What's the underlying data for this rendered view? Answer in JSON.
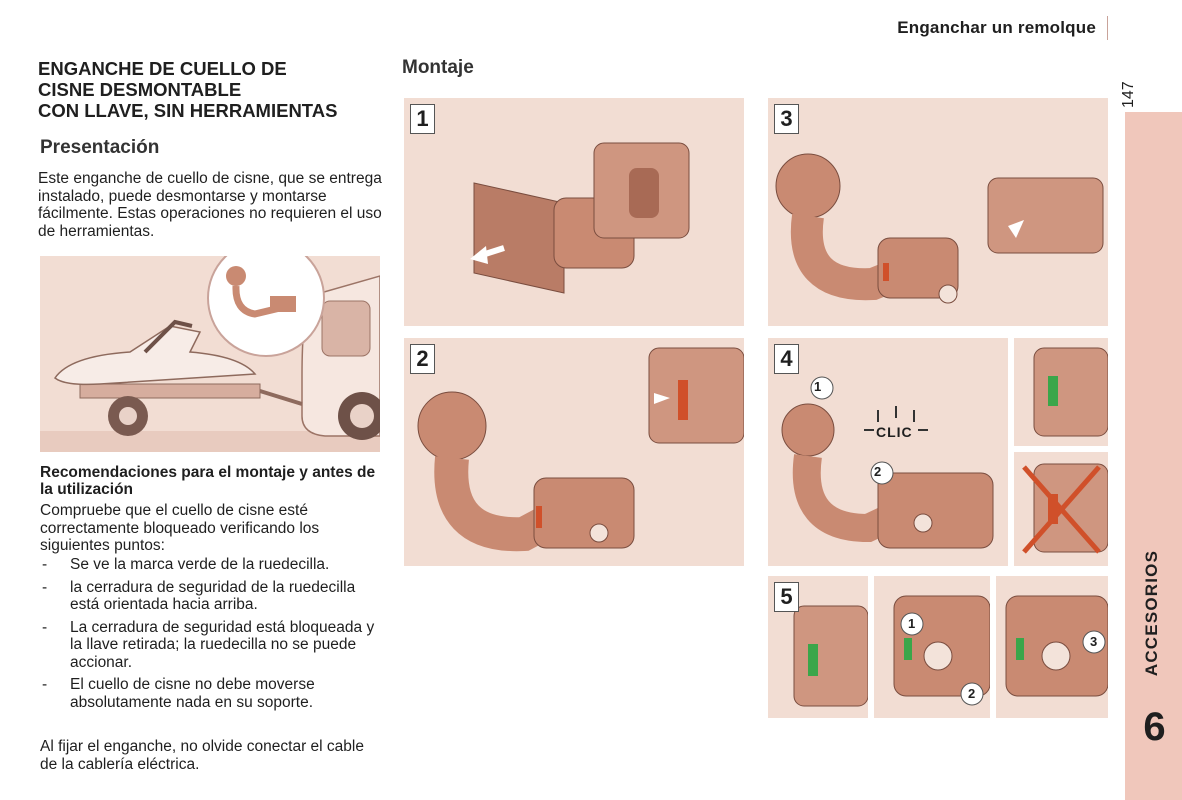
{
  "header": {
    "section_title": "Enganchar un remolque"
  },
  "page_number": "147",
  "side_tab": {
    "label": "ACCESORIOS",
    "chapter": "6"
  },
  "left_column": {
    "title_lines": [
      "ENGANCHE DE CUELLO DE",
      "CISNE DESMONTABLE",
      "CON LLAVE, SIN HERRAMIENTAS"
    ],
    "presentation": {
      "heading": "Presentación",
      "text": "Este enganche de cuello de cisne, que se entrega instalado, puede desmontarse y montarse fácilmente. Estas operaciones no requieren el uso de herramientas."
    },
    "recommendations": {
      "heading": "Recomendaciones para el montaje y antes de la utilización",
      "intro": "Compruebe que el cuello de cisne esté correctamente bloqueado verificando los siguientes puntos:",
      "items": [
        "Se ve la marca verde de la ruedecilla.",
        "la cerradura de seguridad de la ruedecilla está orientada hacia arriba.",
        "La cerradura de seguridad está bloqueada y la llave retirada; la ruedecilla no se puede accionar.",
        "El cuello de cisne no debe moverse absolutamente nada en su soporte."
      ],
      "note": "Al fijar el enganche, no olvide conectar el cable de la cablería eléctrica."
    }
  },
  "montaje": {
    "heading": "Montaje",
    "steps": [
      {
        "number": "1"
      },
      {
        "number": "2"
      },
      {
        "number": "3"
      },
      {
        "number": "4",
        "callouts": [
          "1",
          "2"
        ],
        "sound": "CLIC"
      },
      {
        "number": "5",
        "callouts": [
          "1",
          "2",
          "3"
        ]
      }
    ]
  },
  "colors": {
    "panel_bg": "#f2ddd3",
    "metal": "#c98a72",
    "green_mark": "#3aa64a",
    "red_mark": "#d0502a",
    "tab": "#f0c7bb"
  }
}
